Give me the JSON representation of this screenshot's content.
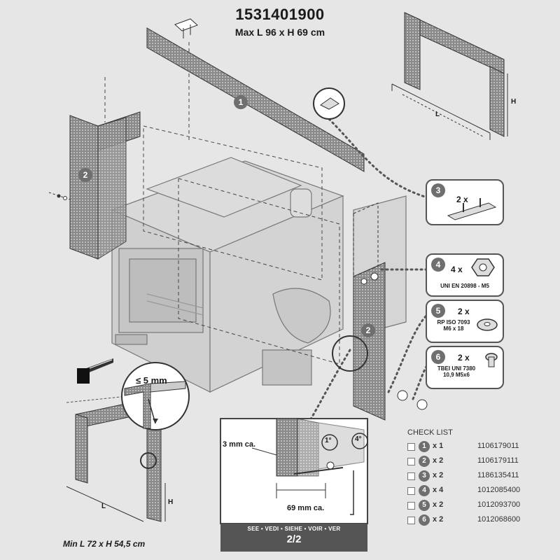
{
  "header": {
    "title": "1531401900",
    "subtitle": "Max L 96 x H 69 cm"
  },
  "min_size_label": "Min L 72 x H 54,5 cm",
  "dimension_letters": {
    "length": "L",
    "height": "H"
  },
  "part_badges": {
    "p1": "1",
    "p2": "2"
  },
  "callouts": [
    {
      "badge": "3",
      "qty": "2 x",
      "spec": ""
    },
    {
      "badge": "4",
      "qty": "4 x",
      "spec": "UNI EN 20898 - M5"
    },
    {
      "badge": "5",
      "qty": "2 x",
      "spec": "RP ISO 7093\nM6 x 18"
    },
    {
      "badge": "6",
      "qty": "2 x",
      "spec": "TBEI UNI 7380\n10,9 M5x6"
    }
  ],
  "detail": {
    "gap_label": "≤ 5 mm",
    "offset_label": "3 mm ca.",
    "width_label": "69 mm ca.",
    "angle_1": "1°",
    "angle_2": "4°"
  },
  "see_bar": {
    "text": "SEE • VEDI • SIEHE • VOIR • VER",
    "page": "2/2"
  },
  "checklist": {
    "title": "CHECK LIST",
    "rows": [
      {
        "badge": "1",
        "qty": "x 1",
        "code": "1106179011"
      },
      {
        "badge": "2",
        "qty": "x 2",
        "code": "1106179111"
      },
      {
        "badge": "3",
        "qty": "x 2",
        "code": "1186135411"
      },
      {
        "badge": "4",
        "qty": "x 4",
        "code": "1012085400"
      },
      {
        "badge": "5",
        "qty": "x 2",
        "code": "1012093700"
      },
      {
        "badge": "6",
        "qty": "x 2",
        "code": "1012068600"
      }
    ]
  }
}
